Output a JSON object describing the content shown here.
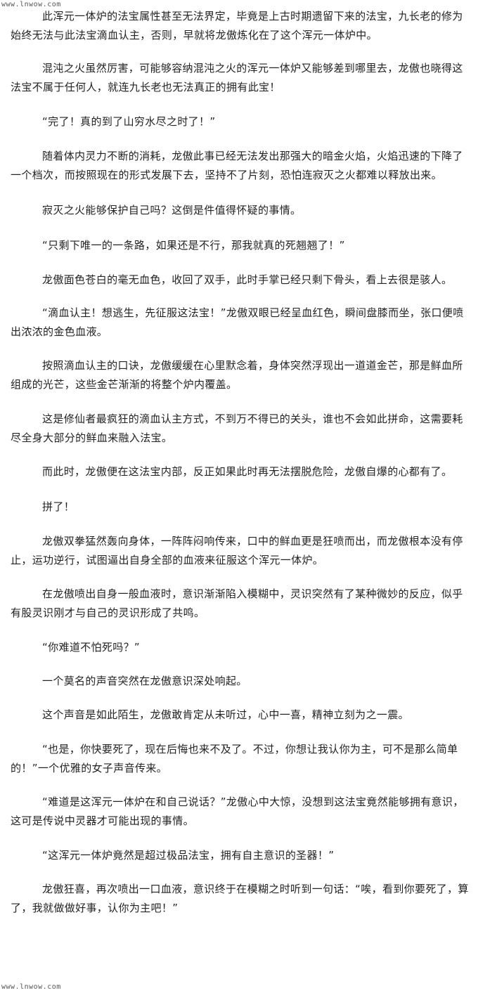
{
  "watermark": {
    "top": "www.lnwow.com",
    "bottom": "www.lnwow.com"
  },
  "paragraphs": [
    "此浑元一体炉的法宝属性甚至无法界定，毕竟是上古时期遗留下来的法宝，九长老的修为始终无法与此法宝滴血认主，否则，早就将龙傲炼化在了这个浑元一体炉中。",
    "混沌之火虽然厉害，可能够容纳混沌之火的浑元一体炉又能够差到哪里去，龙傲也晓得这法宝不属于任何人，就连九长老也无法真正的拥有此宝！",
    "“完了！真的到了山穷水尽之时了！”",
    "随着体内灵力不断的消耗，龙傲此事已经无法发出那强大的暗金火焰，火焰迅速的下降了一个档次，而按照现在的形式发展下去，坚持不了片刻，恐怕连寂灭之火都难以释放出来。",
    "寂灭之火能够保护自己吗？这倒是件值得怀疑的事情。",
    "“只剩下唯一的一条路，如果还是不行，那我就真的死翘翘了！”",
    "龙傲面色苍白的毫无血色，收回了双手，此时手掌已经只剩下骨头，看上去很是骇人。",
    "“滴血认主！想逃生，先征服这法宝！”龙傲双眼已经呈血红色，瞬间盘膝而坐，张口便喷出浓浓的金色血液。",
    "按照滴血认主的口诀，龙傲缓缓在心里默念着，身体突然浮现出一道道金芒，那是鲜血所组成的光芒，这些金芒渐渐的将整个炉内覆盖。",
    "这是修仙者最疯狂的滴血认主方式，不到万不得已的关头，谁也不会如此拼命，这需要耗尽全身大部分的鲜血来融入法宝。",
    "而此时，龙傲便在这法宝内部，反正如果此时再无法摆脱危险，龙傲自爆的心都有了。",
    "拼了！",
    "龙傲双拳猛然轰向身体，一阵阵闷响传来，口中的鲜血更是狂喷而出，而龙傲根本没有停止，运功逆行，试图逼出自身全部的血液来征服这个浑元一体炉。",
    "在龙傲喷出自身一般血液时，意识渐渐陷入模糊中，灵识突然有了某种微妙的反应，似乎有股灵识刚才与自己的灵识形成了共鸣。",
    "“你难道不怕死吗？”",
    "一个莫名的声音突然在龙傲意识深处响起。",
    "这个声音是如此陌生，龙傲敢肯定从未听过，心中一喜，精神立刻为之一震。",
    "“也是，你快要死了，现在后悔也来不及了。不过，你想让我认你为主，可不是那么简单的！”一个优雅的女子声音传来。",
    "“难道是这浑元一体炉在和自己说话？”龙傲心中大惊，没想到这法宝竟然能够拥有意识，这可是传说中灵器才可能出现的事情。",
    "“这浑元一体炉竟然是超过极品法宝，拥有自主意识的圣器！”",
    "龙傲狂喜，再次喷出一口血液，意识终于在模糊之时听到一句话：“唉，看到你要死了，算了，我就做做好事，认你为主吧！”"
  ]
}
